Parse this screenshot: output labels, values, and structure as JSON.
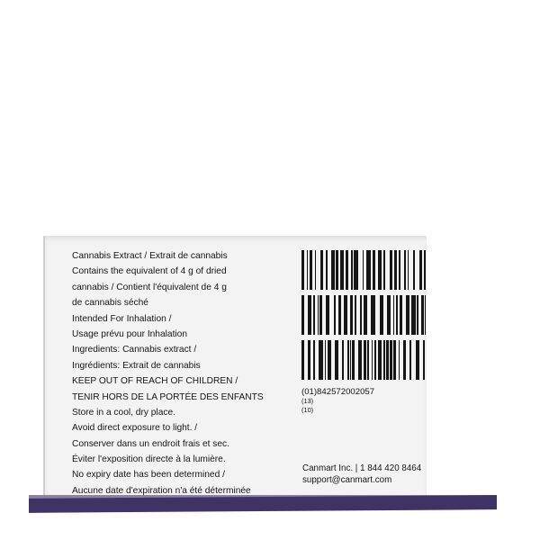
{
  "left_text": [
    "Cannabis Extract / Extrait de cannabis",
    "Contains the equivalent of 4 g of dried",
    "cannabis / Contient l'équivalent de 4 g",
    "de cannabis séché",
    "Intended For Inhalation /",
    "Usage prévu pour Inhalation",
    "Ingredients: Cannabis extract /",
    "Ingrédients: Extrait de cannabis",
    "KEEP OUT OF REACH OF CHILDREN /",
    "TENIR HORS DE LA PORTÉE DES ENFANTS",
    "Store in a cool, dry place.",
    "Avoid direct exposure to light. /",
    "Conserver dans un endroit frais et sec.",
    "Éviter l'exposition directe à la lumière.",
    "No expiry date has been determined /",
    "Aucune date d'expiration n'a été déterminée"
  ],
  "barcode": {
    "gtin_line": "(01)842572002057",
    "line2": "(13)",
    "line3": "(10)"
  },
  "company": {
    "line1": "Canmart Inc. | 1 844 420 8464",
    "line2": "support@canmart.com"
  },
  "colors": {
    "strip": "#3e3365",
    "ink": "#161616"
  }
}
